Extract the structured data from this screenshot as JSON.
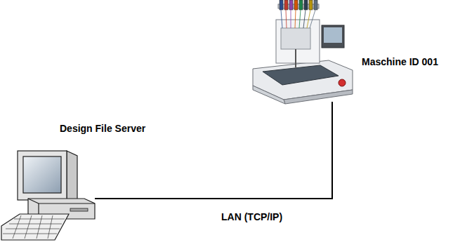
{
  "diagram": {
    "nodes": [
      {
        "text": [
          "Maschine ID 001"
        ]
      },
      {
        "text": [
          "Design File Server"
        ]
      }
    ],
    "edges": [
      {
        "from": 0,
        "to": 1,
        "arrow": "none",
        "label": "LAN (TCP/IP)"
      }
    ]
  }
}
